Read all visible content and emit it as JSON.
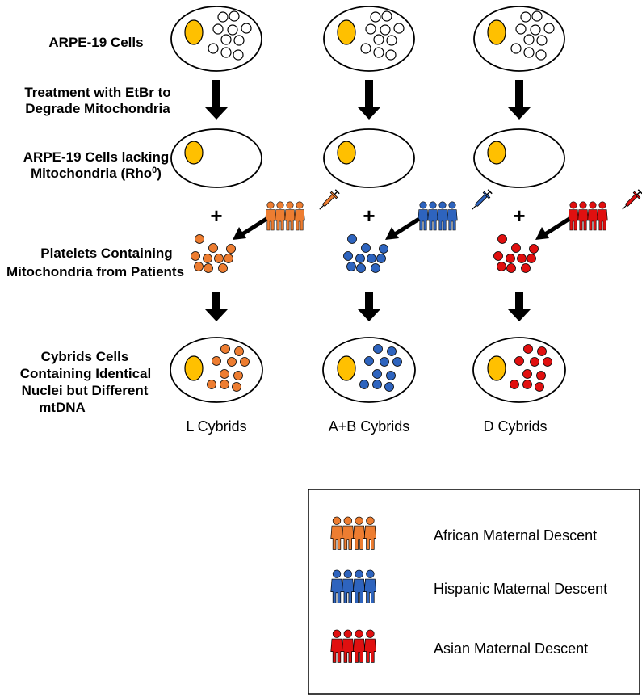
{
  "row_labels": {
    "arpe19": "ARPE-19 Cells",
    "treatment_line1": "Treatment with EtBr to",
    "treatment_line2": "Degrade Mitochondria",
    "rho0_line1": "ARPE-19 Cells lacking",
    "rho0_line2_prefix": "Mitochondria (Rho",
    "rho0_sup": "0",
    "rho0_line2_suffix": ")",
    "platelets_line1": "Platelets Containing",
    "platelets_line2": "Mitochondria from Patients",
    "cybrids_line1": "Cybrids Cells",
    "cybrids_line2": "Containing Identical",
    "cybrids_line3": "Nuclei but Different",
    "cybrids_line4": "mtDNA"
  },
  "plus_sign": "+",
  "columns": [
    {
      "caption": "L Cybrids",
      "color": "#ED7D31",
      "descent": "african"
    },
    {
      "caption": "A+B Cybrids",
      "color": "#2E64BE",
      "descent": "hispanic"
    },
    {
      "caption": "D Cybrids",
      "color": "#E01010",
      "descent": "asian"
    }
  ],
  "legend": {
    "items": [
      {
        "label": "African Maternal Descent",
        "color": "#ED7D31"
      },
      {
        "label": "Hispanic Maternal Descent",
        "color": "#2E64BE"
      },
      {
        "label": "Asian Maternal Descent",
        "color": "#E01010"
      }
    ]
  },
  "colors": {
    "nucleus": "#FFC000",
    "cell_fill": "#ffffff",
    "outline": "#000000"
  },
  "icons": [
    "people-group-icon",
    "syringe-icon",
    "arrow-down-icon",
    "diagonal-arrow-icon"
  ]
}
